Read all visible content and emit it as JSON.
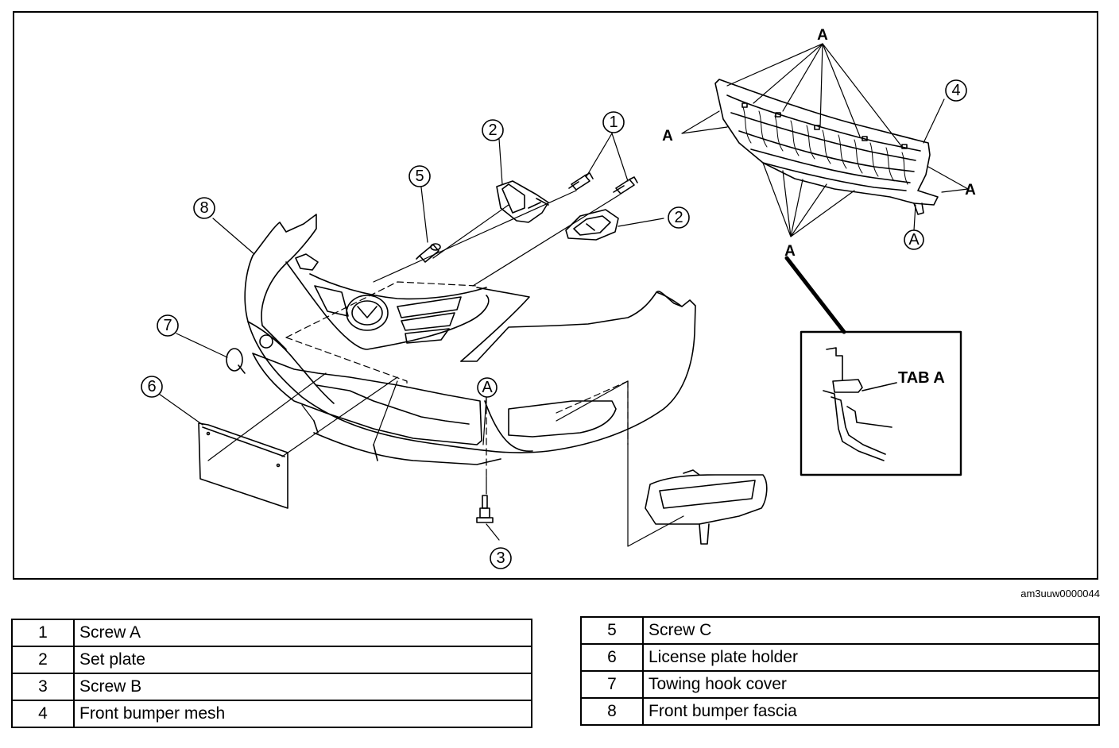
{
  "callouts": {
    "c1": "1",
    "c2a": "2",
    "c2b": "2",
    "c3": "3",
    "c4": "4",
    "c5": "5",
    "c6": "6",
    "c7": "7",
    "c8": "8",
    "cA_bumper": "A",
    "cA_mesh": "A"
  },
  "mesh_labels": {
    "top": "A",
    "left": "A",
    "right": "A",
    "bottom": "A"
  },
  "detail": {
    "tab_label": "TAB A"
  },
  "figure_id": "am3uuw0000044",
  "legend_left": [
    {
      "num": "1",
      "name": "Screw A"
    },
    {
      "num": "2",
      "name": "Set plate"
    },
    {
      "num": "3",
      "name": "Screw B"
    },
    {
      "num": "4",
      "name": "Front bumper mesh"
    }
  ],
  "legend_right": [
    {
      "num": "5",
      "name": "Screw C"
    },
    {
      "num": "6",
      "name": "License plate holder"
    },
    {
      "num": "7",
      "name": "Towing hook cover"
    },
    {
      "num": "8",
      "name": "Front bumper fascia"
    }
  ]
}
